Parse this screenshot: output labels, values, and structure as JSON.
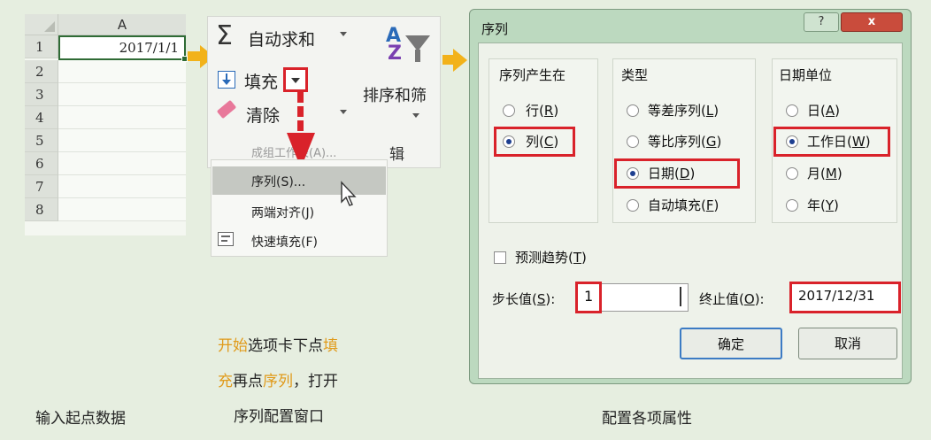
{
  "sheet": {
    "column_header": "A",
    "rows": [
      "1",
      "2",
      "3",
      "4",
      "5",
      "6",
      "7",
      "8"
    ],
    "cell_a1": "2017/1/1"
  },
  "ribbon": {
    "autosum_label": "自动求和",
    "fill_label": "填充",
    "clear_label": "清除",
    "sort_filter_label": "排序和筛",
    "group_label_faded": "成组工作表(A)...",
    "group_label_suffix": "辑"
  },
  "menu": {
    "items": [
      {
        "label": "序列(S)..."
      },
      {
        "label": "两端对齐(J)"
      },
      {
        "label": "快速填充(F)"
      }
    ]
  },
  "dialog": {
    "title": "序列",
    "help_glyph": "?",
    "close_glyph": "x",
    "series_in": {
      "title": "序列产生在",
      "options": [
        {
          "label": "行",
          "key": "R",
          "checked": false
        },
        {
          "label": "列",
          "key": "C",
          "checked": true
        }
      ]
    },
    "type": {
      "title": "类型",
      "options": [
        {
          "label": "等差序列",
          "key": "L",
          "checked": false
        },
        {
          "label": "等比序列",
          "key": "G",
          "checked": false
        },
        {
          "label": "日期",
          "key": "D",
          "checked": true
        },
        {
          "label": "自动填充",
          "key": "F",
          "checked": false
        }
      ]
    },
    "date_unit": {
      "title": "日期单位",
      "options": [
        {
          "label": "日",
          "key": "A",
          "checked": false
        },
        {
          "label": "工作日",
          "key": "W",
          "checked": true
        },
        {
          "label": "月",
          "key": "M",
          "checked": false
        },
        {
          "label": "年",
          "key": "Y",
          "checked": false
        }
      ]
    },
    "trend": {
      "label": "预测趋势",
      "key": "T",
      "checked": false
    },
    "step": {
      "label": "步长值",
      "key": "S",
      "value": "1"
    },
    "stop": {
      "label": "终止值",
      "key": "O",
      "value": "2017/12/31"
    },
    "ok_label": "确定",
    "cancel_label": "取消"
  },
  "captions": {
    "step1": "输入起点数据",
    "step2_line1_a": "开始",
    "step2_line1_b": "选项卡下点",
    "step2_line1_c": "填",
    "step2_line2_a": "充",
    "step2_line2_b": "再点",
    "step2_line2_c": "序列",
    "step2_line2_d": "，打开",
    "step2_line3": "序列配置窗口",
    "step3": "配置各项属性"
  },
  "colors": {
    "highlight_red": "#d9222a",
    "arrow_orange": "#f2b21a",
    "caption_orange": "#e09a1a"
  }
}
